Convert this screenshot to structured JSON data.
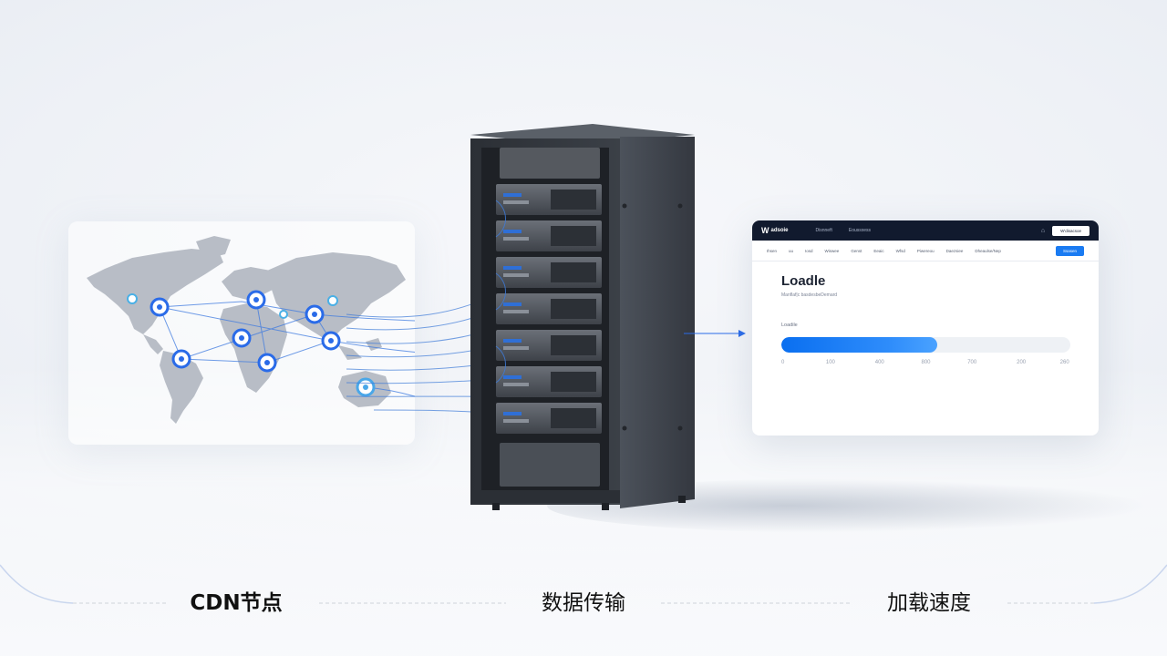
{
  "dashboard": {
    "brand": "adsoie",
    "top_links": [
      "Disnneft",
      "Eoussxess"
    ],
    "signin": "W'disacsoe",
    "nav_items": [
      "Ihsen",
      "uu",
      "Iosd",
      "Wiswee",
      "Genst",
      "Eeaic",
      "Wfsd",
      "Piwereou",
      "Daezsiee",
      "Dheaulse/Nep"
    ],
    "nav_button": "Ssasen",
    "title": "Loadle",
    "subtitle": "Manflaf|c basdesbeDemard",
    "load_label": "Loadile",
    "progress": 0.54,
    "ticks": [
      "0",
      "100",
      "400",
      "800",
      "700",
      "200",
      "260"
    ]
  },
  "labels": {
    "cdn": "CDN节点",
    "transfer": "数据传输",
    "speed": "加载速度"
  },
  "colors": {
    "accent": "#1a7bf2",
    "node": "#2a6be8",
    "rack": "#3b4047"
  }
}
